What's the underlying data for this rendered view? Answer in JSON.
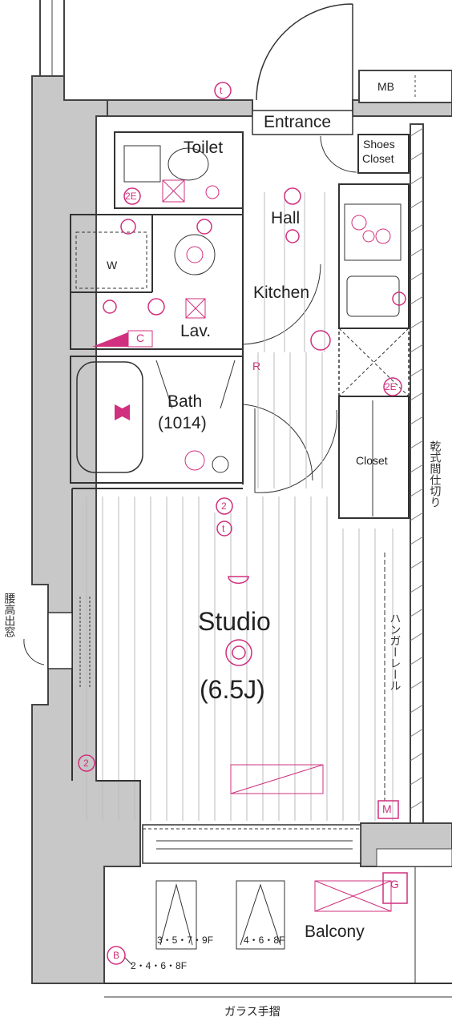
{
  "rooms": {
    "entrance": "Entrance",
    "mb": "MB",
    "shoes_closet_1": "Shoes",
    "shoes_closet_2": "Closet",
    "toilet": "Toilet",
    "hall": "Hall",
    "kitchen": "Kitchen",
    "lav": "Lav.",
    "bath": "Bath",
    "bath_size": "(1014)",
    "closet": "Closet",
    "studio": "Studio",
    "studio_size": "(6.5J)",
    "balcony": "Balcony",
    "washer": "W"
  },
  "annotations": {
    "partition": "乾式間仕切り",
    "hanger_rail": "ハンガーレール",
    "glass_rail": "ガラス手摺",
    "bay_window": "腰高出窓",
    "floors_a": "3・5・7・9F",
    "floors_b": "4・6・8F",
    "floors_c": "2・4・6・8F"
  },
  "symbols": {
    "t": "t",
    "e2": "2E",
    "r": "R",
    "c": "C",
    "two": "2",
    "m": "M",
    "g": "G",
    "b": "B",
    "e2_kitchen": "2E"
  },
  "colors": {
    "wall": "#c8c8c8",
    "wall_stroke": "#444444",
    "symbol": "#d0307e",
    "line": "#333333"
  }
}
